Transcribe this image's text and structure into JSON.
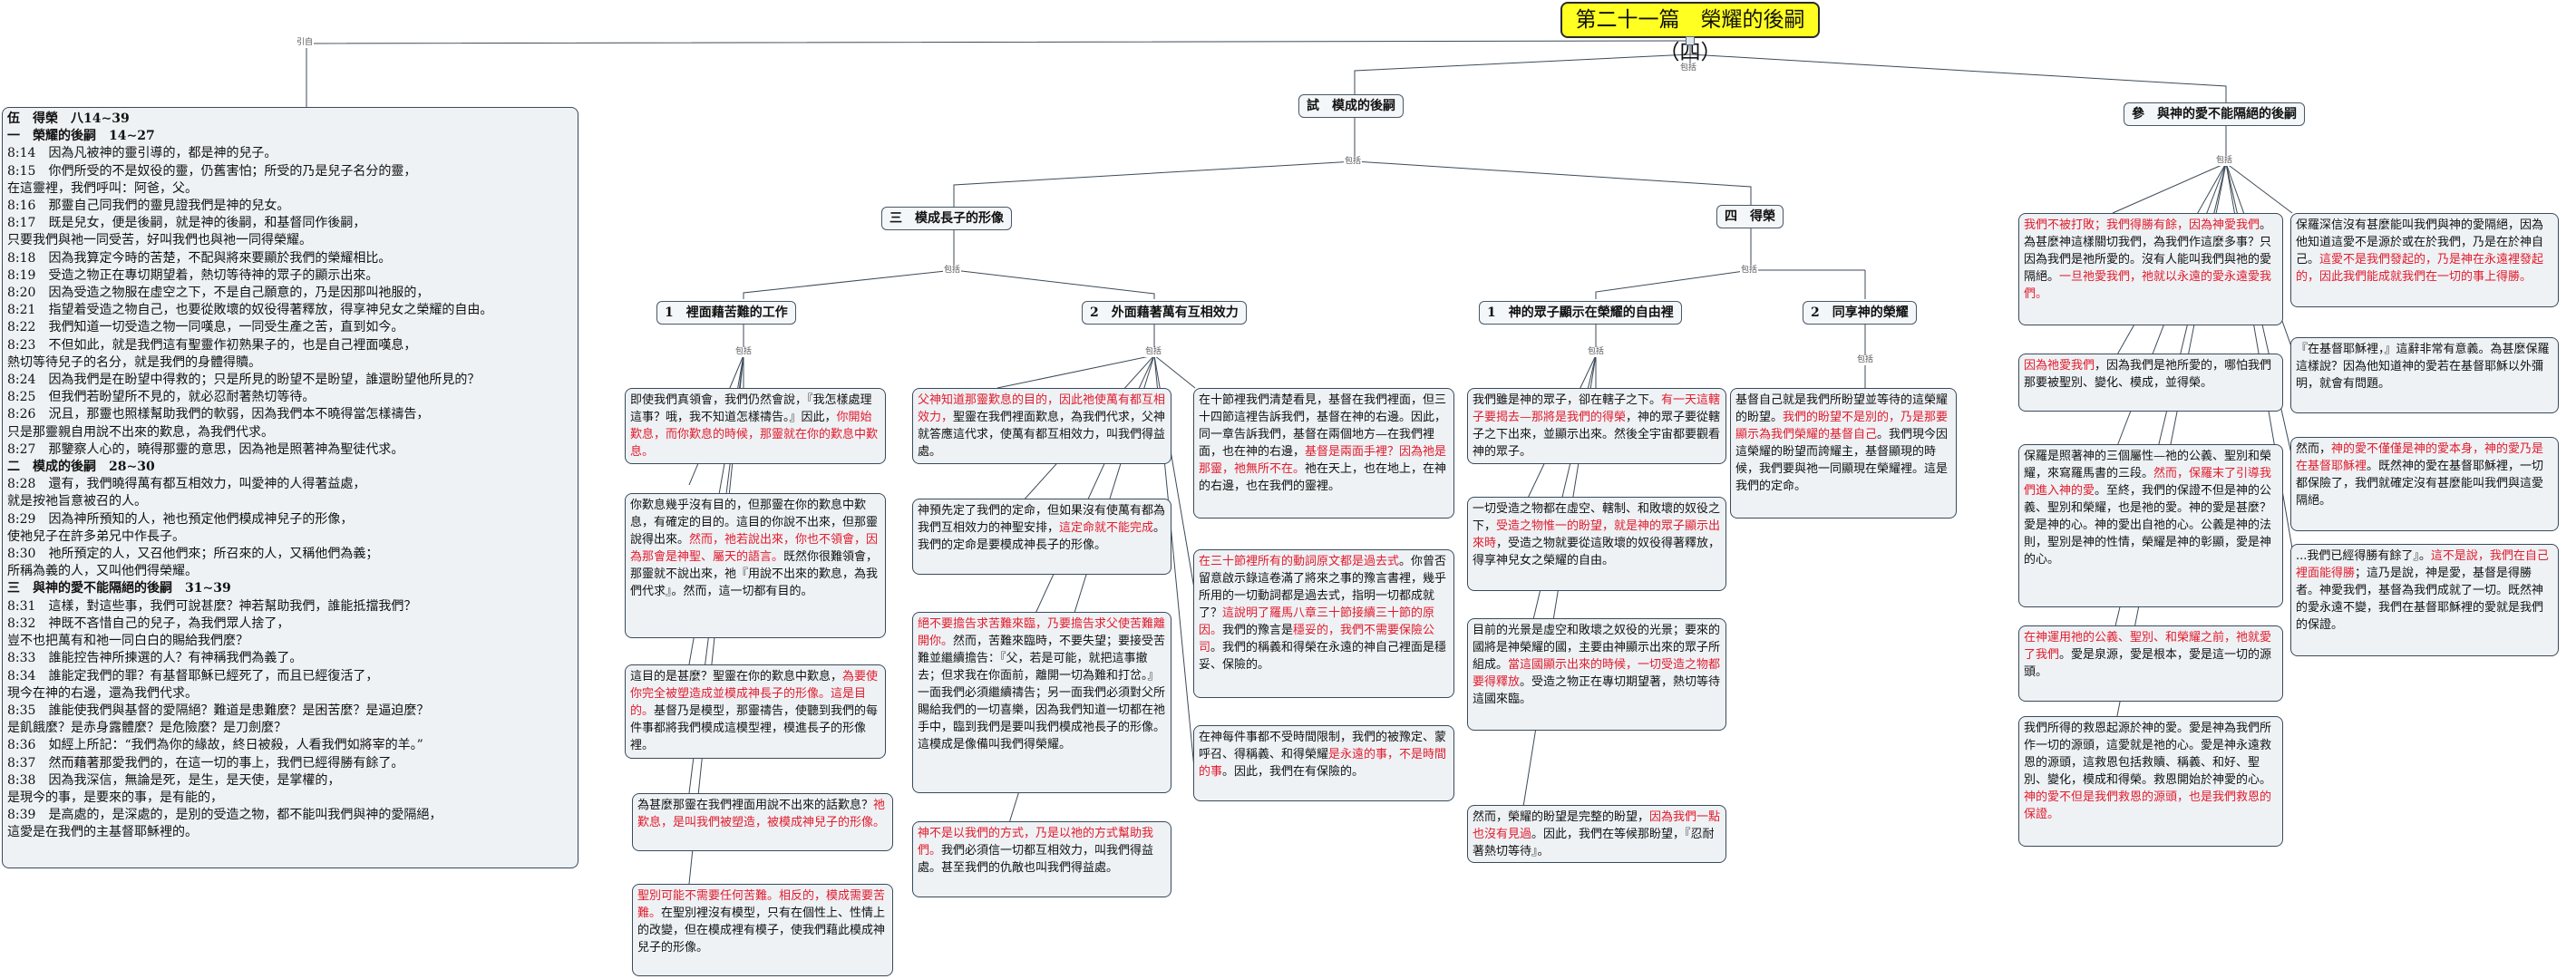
{
  "title": "第二十一篇　榮耀的後嗣（四）",
  "edge_labels": {
    "intro": "引自",
    "includes": "包括"
  },
  "headings": {
    "h_shi": "試　模成的後嗣",
    "h_can": "參　與神的愛不能隔絕的後嗣",
    "h_san": "三　模成長子的形像",
    "h_si": "四　得榮",
    "h_1a": "1　裡面藉苦難的工作",
    "h_2a": "2　外面藉著萬有互相效力",
    "h_1b": "1　神的眾子顯示在榮耀的自由裡",
    "h_2b": "2　同享神的榮耀"
  },
  "scripture": [
    {
      "t": "伍　得榮　八14∼39",
      "b": true
    },
    {
      "t": "一　榮耀的後嗣　14∼27",
      "b": true
    },
    {
      "t": "8:14　因為凡被神的靈引導的，都是神的兒子。"
    },
    {
      "t": "8:15　你們所受的不是奴役的靈，仍舊害怕；所受的乃是兒子名分的靈，"
    },
    {
      "t": "在這靈裡，我們呼叫：阿爸，父。"
    },
    {
      "t": "8:16　那靈自己同我們的靈見證我們是神的兒女。"
    },
    {
      "t": "8:17　既是兒女，便是後嗣，就是神的後嗣，和基督同作後嗣，"
    },
    {
      "t": "只要我們與祂一同受苦，好叫我們也與祂一同得榮耀。"
    },
    {
      "t": "8:18　因為我算定今時的苦楚，不配與將來要顯於我們的榮耀相比。"
    },
    {
      "t": "8:19　受造之物正在專切期望着，熱切等待神的眾子的顯示出來。"
    },
    {
      "t": "8:20　因為受造之物服在虛空之下，不是自己願意的，乃是因那叫祂服的，"
    },
    {
      "t": "8:21　指望着受造之物自己，也要從敗壞的奴役得著釋放，得享神兒女之榮耀的自由。"
    },
    {
      "t": "8:22　我們知道一切受造之物一同嘆息，一同受生產之苦，直到如今。"
    },
    {
      "t": "8:23　不但如此，就是我們這有聖靈作初熟果子的，也是自己裡面嘆息，"
    },
    {
      "t": "熱切等待兒子的名分，就是我們的身體得贖。"
    },
    {
      "t": "8:24　因為我們是在盼望中得救的；只是所見的盼望不是盼望，誰還盼望他所見的？"
    },
    {
      "t": "8:25　但我們若盼望所不見的，就必忍耐著熱切等待。"
    },
    {
      "t": "8:26　況且，那靈也照樣幫助我們的軟弱，因為我們本不曉得當怎樣禱告，"
    },
    {
      "t": "只是那靈親自用說不出來的歎息，為我們代求。"
    },
    {
      "t": "8:27　那鑒察人心的，曉得那靈的意思，因為祂是照著神為聖徒代求。"
    },
    {
      "t": "二　模成的後嗣　28∼30",
      "b": true
    },
    {
      "t": "8:28　還有，我們曉得萬有都互相效力，叫愛神的人得著益處，"
    },
    {
      "t": "就是按祂旨意被召的人。"
    },
    {
      "t": "8:29　因為神所預知的人，祂也預定他們模成神兒子的形像，"
    },
    {
      "t": "使祂兒子在許多弟兄中作長子。"
    },
    {
      "t": "8:30　祂所預定的人，又召他們來；所召來的人，又稱他們為義；"
    },
    {
      "t": "所稱為義的人，又叫他們得榮耀。"
    },
    {
      "t": "三　與神的愛不能隔絕的後嗣　31∼39",
      "b": true
    },
    {
      "t": "8:31　這樣，對這些事，我們可說甚麼？神若幫助我們，誰能抵擋我們？"
    },
    {
      "t": "8:32　神既不吝惜自己的兒子，為我們眾人捨了，"
    },
    {
      "t": "豈不也把萬有和祂一同白白的賜給我們麼？"
    },
    {
      "t": "8:33　誰能控告神所揀選的人？有神稱我們為義了。"
    },
    {
      "t": "8:34　誰能定我們的罪？有基督耶穌已經死了，而且已經復活了，"
    },
    {
      "t": "現今在神的右邊，還為我們代求。"
    },
    {
      "t": "8:35　誰能使我們與基督的愛隔絕？難道是患難麼？是困苦麼？是逼迫麼？"
    },
    {
      "t": "是飢餓麼？是赤身露體麼？是危險麼？是刀劍麼？"
    },
    {
      "t": "8:36　如經上所記：“我們為你的緣故，終日被殺，人看我們如將宰的羊。”"
    },
    {
      "t": "8:37　然而藉著那愛我們的，在這一切的事上，我們已經得勝有餘了。"
    },
    {
      "t": "8:38　因為我深信，無論是死，是生，是天使，是掌權的，"
    },
    {
      "t": "是現今的事，是要來的事，是有能的，"
    },
    {
      "t": "8:39　是高處的，是深處的，是別的受造之物，都不能叫我們與神的愛隔絕，"
    },
    {
      "t": "這愛是在我們的主基督耶穌裡的。"
    }
  ],
  "cards": {
    "a1": [
      {
        "t": "即使我們真領會，我們仍然會說，『我怎樣處理這事？哦，我不知道怎樣禱告。』因此，"
      },
      {
        "t": "你開始歎息，而你歎息的時候，那靈就在你的歎息中歎息。",
        "r": true
      }
    ],
    "a2": [
      {
        "t": "你歎息幾乎沒有目的，但那靈在你的歎息中歎息，有確定的目的。這目的你說不出來，但那靈說得出來。"
      },
      {
        "t": "然而，祂若說出來，你也不領會，因為那會是神聖、屬天的語言。",
        "r": true
      },
      {
        "t": "既然你很難領會，那靈就不說出來，祂『用說不出來的歎息，為我們代求』。然而，這一切都有目的。"
      }
    ],
    "a3": [
      {
        "t": "這目的是甚麼？聖靈在你的歎息中歎息，"
      },
      {
        "t": "為要使你完全被塑造成並模成神長子的形像。這是目的。",
        "r": true
      },
      {
        "t": "基督乃是模型，那靈禱告，使聽到我們的每件事都將我們模成這模型裡，模進長子的形像裡。"
      }
    ],
    "a4": [
      {
        "t": "為甚麼那靈在我們裡面用說不出來的話歎息？"
      },
      {
        "t": "祂歎息，是叫我們被塑造，被模成神兒子的形像。",
        "r": true
      }
    ],
    "a5": [
      {
        "t": "聖別可能不需要任何苦難。相反的，模成需要苦難。",
        "r": true
      },
      {
        "t": "在聖別裡沒有模型，只有在個性上、性情上的改變，但在模成裡有模子，使我們藉此模成神兒子的形像。"
      }
    ],
    "b1": [
      {
        "t": "父神知道那靈歎息的目的，因此祂使萬有都互相效力，",
        "r": true
      },
      {
        "t": "聖靈在我們裡面歎息，為我們代求，父神就答應這代求，使萬有都互相效力，叫我們得益處。"
      }
    ],
    "b2": [
      {
        "t": "神預先定了我們的定命，但如果沒有使萬有都為我們互相效力的神聖安排，"
      },
      {
        "t": "這定命就不能完成",
        "r": true
      },
      {
        "t": "。我們的定命是要模成神長子的形像。"
      }
    ],
    "b3": [
      {
        "t": "絕不要擔告求苦難來臨，乃要擔告求父使苦難離開你。",
        "r": true
      },
      {
        "t": "然而，苦難來臨時，不要失望；要接受苦難並繼續擔告：『父，若是可能，就把這事撤去；但求我在你面前，離開一切為難和打岔。』一面我們必須繼續禱告；另一面我們必須對父所賜給我們的一切喜樂，因為我們知道一切都在祂手中，臨到我們是要叫我們模成祂長子的形像。這模成是像備叫我們得榮耀。"
      }
    ],
    "b4": [
      {
        "t": "神不是以我們的方式，乃是以祂的方式幫助我們。",
        "r": true
      },
      {
        "t": "我們必須信一切都互相效力，叫我們得益處。甚至我們的仇敵也叫我們得益處。"
      }
    ],
    "c1": [
      {
        "t": "在十節裡我們清楚看見，基督在我們裡面，但三十四節這裡告訴我們，基督在神的右邊。因此，同一章告訴我們，基督在兩個地方—在我們裡面，也在神的右邊，"
      },
      {
        "t": "基督是兩面手裡？因為祂是那靈，祂無所不在。",
        "r": true
      },
      {
        "t": "祂在天上，也在地上，在神的右邊，也在我們的靈裡。"
      }
    ],
    "c2": [
      {
        "t": "在三十節裡所有的動詞原文都是過去式",
        "r": true
      },
      {
        "t": "。你曾否留意啟示錄這卷滿了將來之事的豫言書裡，幾乎所用的一切動詞都是過去式，指明一切都成就了？"
      },
      {
        "t": "這說明了羅馬八章三十節接續三十節的原因。",
        "r": true
      },
      {
        "t": "我們的豫言是"
      },
      {
        "t": "穩妥的，我們不需要保險公司",
        "r": true
      },
      {
        "t": "。我們的稱義和得榮在永遠的神自己裡面是穩妥、保險的。"
      }
    ],
    "c3": [
      {
        "t": "在神每件事都不受時間限制，我們的被豫定、蒙呼召、得稱義、和得榮耀"
      },
      {
        "t": "是永遠的事，不是時間的事",
        "r": true
      },
      {
        "t": "。因此，我們在有保險的。"
      }
    ],
    "d1": [
      {
        "t": "我們雖是神的眾子，卻在轄子之下。"
      },
      {
        "t": "有一天這轄子要揭去—那將是我們的得榮",
        "r": true
      },
      {
        "t": "，神的眾子要從轄子之下出來，並顯示出來。然後全宇宙都要觀看神的眾子。"
      }
    ],
    "d2": [
      {
        "t": "一切受造之物都在虛空、轄制、和敗壞的奴役之下，"
      },
      {
        "t": "受造之物惟一的盼望，就是神的眾子顯示出來時",
        "r": true
      },
      {
        "t": "，受造之物就要從這敗壞的奴役得著釋放，得享神兒女之榮耀的自由。"
      }
    ],
    "d3": [
      {
        "t": "目前的光景是虛空和敗壞之奴役的光景；要來的國將是神榮耀的國，主要由神顯示出來的眾子所組成。"
      },
      {
        "t": "當這國顯示出來的時候，一切受造之物都要得釋放",
        "r": true
      },
      {
        "t": "。受造之物正在專切期望著，熱切等待這國來臨。"
      }
    ],
    "d4": [
      {
        "t": "然而，榮耀的盼望是完整的盼望，"
      },
      {
        "t": "因為我們一點也沒有見過",
        "r": true
      },
      {
        "t": "。因此，我們在等候那盼望，『忍耐著熱切等待』。"
      }
    ],
    "e1": [
      {
        "t": "基督自己就是我們所盼望並等待的這榮耀的盼望。"
      },
      {
        "t": "我們的盼望不是別的，乃是那要顯示為我們榮耀的基督自己",
        "r": true
      },
      {
        "t": "。我們現今因這榮耀的盼望而誇耀主，基督顯現的時候，我們要與祂一同顯現在榮耀裡。這是我們的定命。"
      }
    ],
    "f1": [
      {
        "t": "我們不被打敗；我們得勝有餘，因為神愛我們",
        "r": true
      },
      {
        "t": "。為甚麼神這樣關切我們，為我們作這麼多事？只因為我們是祂所愛的。沒有人能叫我們與祂的愛隔絕。"
      },
      {
        "t": "一旦祂愛我們，祂就以永遠的愛永遠愛我們。",
        "r": true
      }
    ],
    "f2": [
      {
        "t": "因為祂愛我們",
        "r": true
      },
      {
        "t": "，因為我們是祂所愛的，哪怕我們那要被聖別、變化、模成，並得榮。"
      }
    ],
    "f3": [
      {
        "t": "保羅是照著神的三個屬性—祂的公義、聖別和榮耀，來寫羅馬書的三段。"
      },
      {
        "t": "然而，保羅末了引導我們進入神的愛",
        "r": true
      },
      {
        "t": "。至終，我們的保證不但是神的公義、聖別和榮耀，也是祂的愛。神的愛是甚麼？愛是神的心。神的愛出自祂的心。公義是神的法則，聖別是神的性情，榮耀是神的彰顯，愛是神的心。"
      }
    ],
    "f4": [
      {
        "t": "在神運用祂的公義、聖別、和榮耀之前，祂就愛了我們",
        "r": true
      },
      {
        "t": "。愛是泉源，愛是根本，愛是這一切的源頭。"
      }
    ],
    "f5": [
      {
        "t": "我們所得的救恩起源於神的愛。愛是神為我們所作一切的源頭，這愛就是祂的心。愛是神永遠救恩的源頭，這救恩包括救贖、稱義、和好、聖別、變化，模成和得榮。救恩開始於神愛的心。"
      },
      {
        "t": "神的愛不但是我們救恩的源頭，也是我們救恩的保證。",
        "r": true
      }
    ],
    "g1": [
      {
        "t": "保羅深信沒有甚麼能叫我們與神的愛隔絕，因為他知道這愛不是源於或在於我們，乃是在於神自己。"
      },
      {
        "t": "這愛不是我們發起的，乃是神在永遠裡發起的，因此我們能成就我們在一切的事上得勝。",
        "r": true
      }
    ],
    "g2": [
      {
        "t": "『在基督耶穌裡，』這辭非常有意義。為甚麼保羅這樣說？因為他知道神的愛若在基督耶穌以外彌明，就會有問題。"
      }
    ],
    "g3": [
      {
        "t": "然而，"
      },
      {
        "t": "神的愛不僅僅是神的愛本身，神的愛乃是在基督耶穌裡",
        "r": true
      },
      {
        "t": "。既然神的愛在基督耶穌裡，一切都保險了，我們就確定沒有甚麼能叫我們與這愛隔絕。"
      }
    ],
    "g4": [
      {
        "t": "...我們已經得勝有餘了』。"
      },
      {
        "t": "這不是說，我們在自己裡面能得勝",
        "r": true
      },
      {
        "t": "；這乃是說，神是愛，基督是得勝者。神愛我們，基督為我們成就了一切。既然神的愛永遠不變，我們在基督耶穌裡的愛就是我們的保證。"
      }
    ]
  }
}
